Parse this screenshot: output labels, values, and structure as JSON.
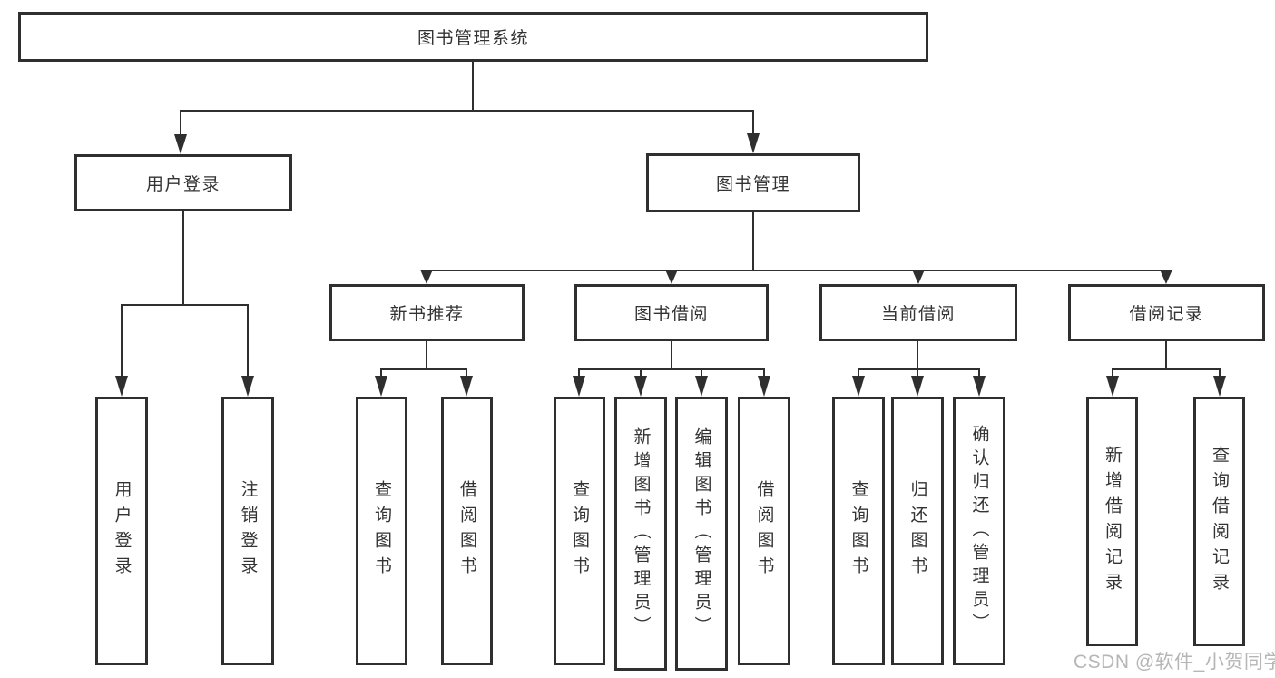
{
  "root": {
    "label": "图书管理系统"
  },
  "nodes": {
    "user_login": {
      "label": "用户登录"
    },
    "book_mgmt": {
      "label": "图书管理"
    },
    "new_book_rec": {
      "label": "新书推荐"
    },
    "book_borrow": {
      "label": "图书借阅"
    },
    "current_borrow": {
      "label": "当前借阅"
    },
    "borrow_records": {
      "label": "借阅记录"
    }
  },
  "leaves": {
    "g1": [
      "用户登录",
      "注销登录"
    ],
    "g2": [
      "查询图书",
      "借阅图书"
    ],
    "g3": [
      "查询图书",
      "新增图书（管理员）",
      "编辑图书（管理员）",
      "借阅图书"
    ],
    "g4": [
      "查询图书",
      "归还图书",
      "确认归还（管理员）"
    ],
    "g5": [
      "新增借阅记录",
      "查询借阅记录"
    ]
  },
  "watermark": "CSDN @软件_小贺同学",
  "colors": {
    "line": "#2f2f2f",
    "text": "#333333",
    "watermark": "#b6b6b6",
    "background": "#ffffff"
  }
}
